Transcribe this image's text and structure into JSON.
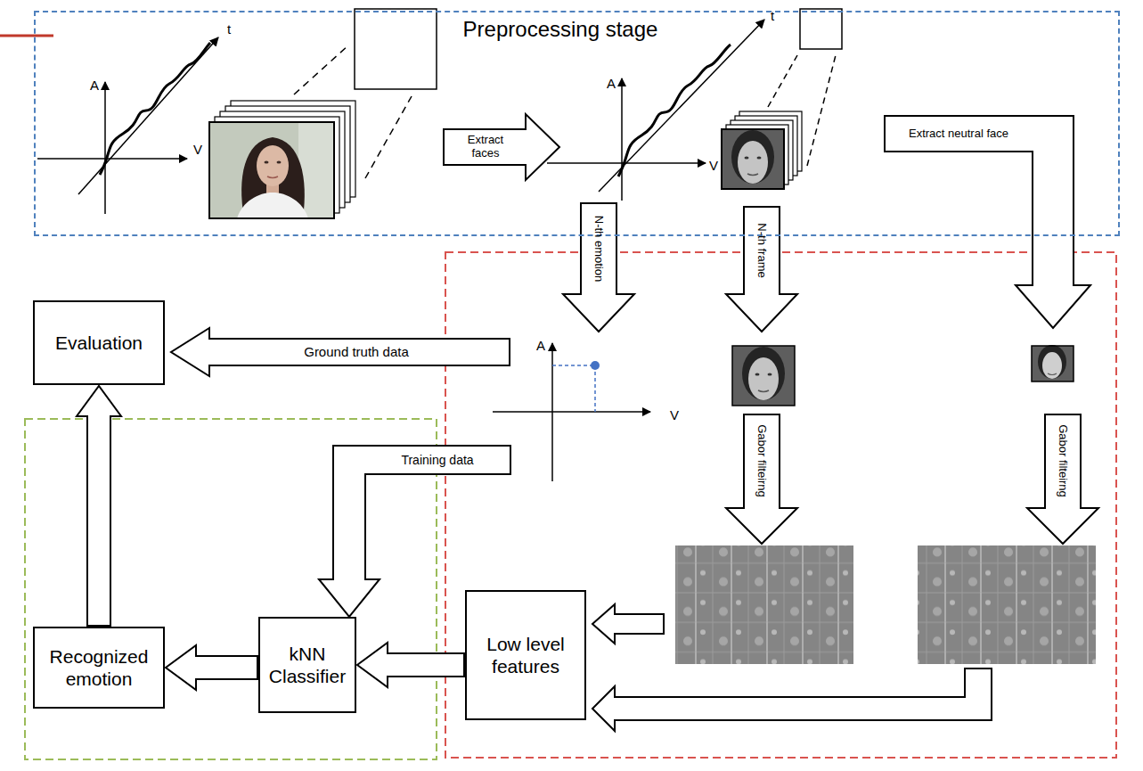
{
  "diagram": {
    "nodes": [
      {
        "text": [
          "Preprocessing stage"
        ]
      },
      {
        "text": [
          "Evaluation"
        ]
      },
      {
        "text": [
          "Recognized emotion"
        ]
      },
      {
        "text": [
          "kNN Classifier"
        ]
      },
      {
        "text": [
          "Low level features"
        ]
      }
    ],
    "edges": [
      {
        "from": 4,
        "to": 3,
        "arrow": "to"
      },
      {
        "from": 3,
        "to": 2,
        "arrow": "to"
      },
      {
        "from": 2,
        "to": 1,
        "arrow": "to"
      }
    ],
    "labels": [
      "Extract faces",
      "Extract neutral face",
      "N-th emotion",
      "N-th frame",
      "Gabor filteirng",
      "Gabor filteirng",
      "Ground truth data",
      "Training data",
      "A",
      "t",
      "V",
      "A",
      "t",
      "V",
      "A",
      "V"
    ]
  }
}
